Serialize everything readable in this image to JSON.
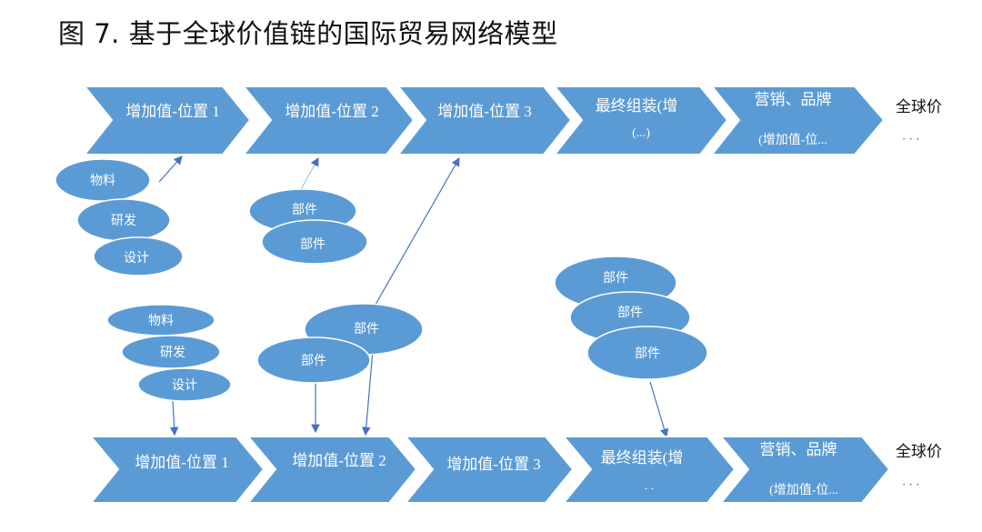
{
  "title": "图 7. 基于全球价值链的国际贸易网络模型",
  "top_chain": {
    "stages": [
      {
        "label": "增加值-位置 1",
        "sub": ""
      },
      {
        "label": "增加值-位置 2",
        "sub": ""
      },
      {
        "label": "增加值-位置 3",
        "sub": ""
      },
      {
        "label": "最终组装(增",
        "sub": "(...)"
      },
      {
        "label": "营销、品牌",
        "sub": "(增加值-位..."
      }
    ],
    "end_label": "全球价",
    "end_dots": "· · ·"
  },
  "bottom_chain": {
    "stages": [
      {
        "label": "增加值-位置 1",
        "sub": ""
      },
      {
        "label": "增加值-位置 2",
        "sub": ""
      },
      {
        "label": "增加值-位置 3",
        "sub": ""
      },
      {
        "label": "最终组装(增",
        "sub": ". ."
      },
      {
        "label": "营销、品牌",
        "sub": "(增加值-位..."
      }
    ],
    "end_label": "全球价",
    "end_dots": "· · ·"
  },
  "inputs": {
    "top_left": [
      "物料",
      "研发",
      "设计"
    ],
    "top_mid": [
      "部件",
      "部件"
    ],
    "bottom_left": [
      "物料",
      "研发",
      "设计"
    ],
    "bottom_mid": [
      "部件",
      "部件"
    ],
    "bottom_right": [
      "部件",
      "部件",
      "部件"
    ]
  },
  "colors": {
    "shape_fill": "#5b9bd5",
    "shape_stroke": "#41719c",
    "arrow": "#4472c4"
  }
}
